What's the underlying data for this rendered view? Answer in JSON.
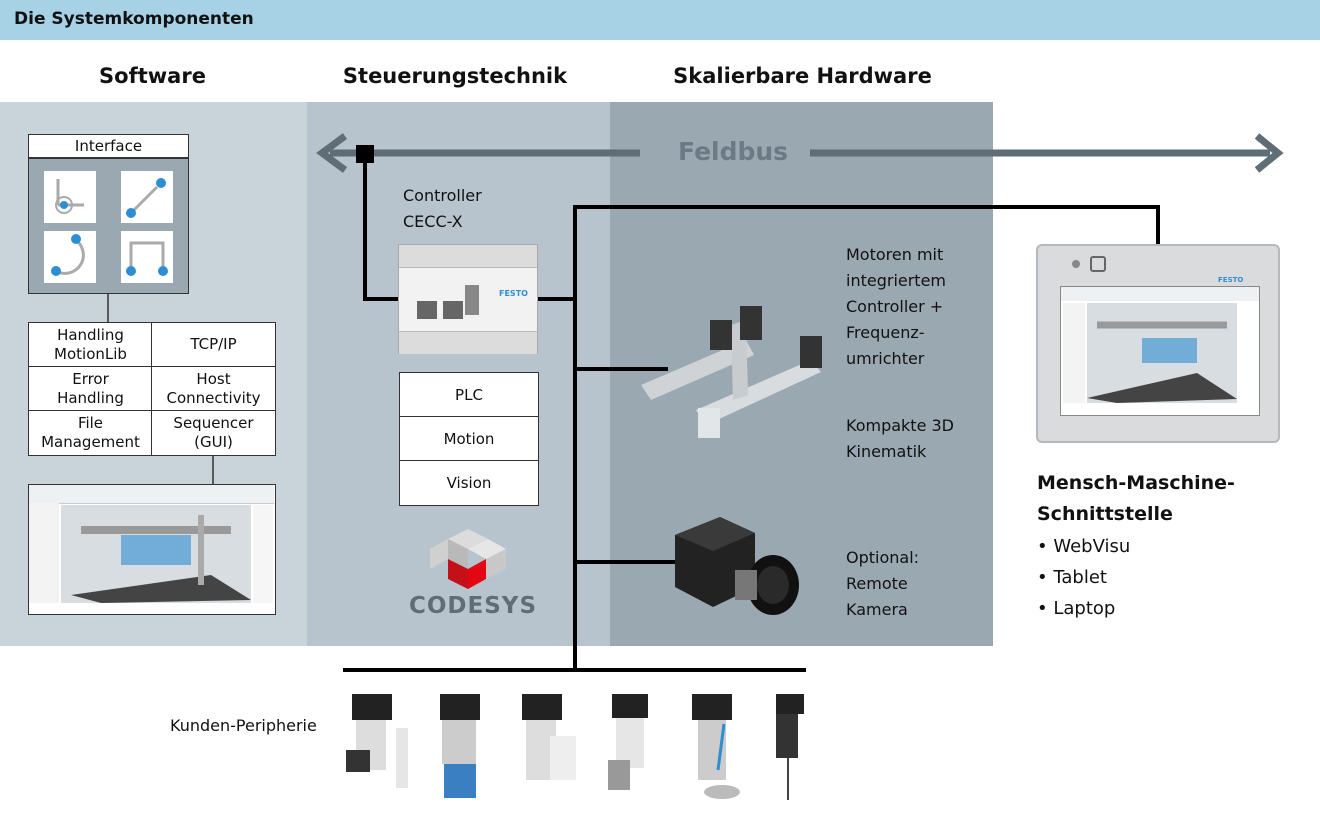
{
  "header": {
    "title": "Die Systemkomponenten"
  },
  "columns": {
    "software": "Software",
    "control": "Steuerungstechnik",
    "hardware": "Skalierbare Hardware"
  },
  "software": {
    "interface_title": "Interface",
    "modules": [
      {
        "label": "Handling\nMotionLib"
      },
      {
        "label": "TCP/IP"
      },
      {
        "label": "Error\nHandling"
      },
      {
        "label": "Host\nConnectivity"
      },
      {
        "label": "File\nManagement"
      },
      {
        "label": "Sequencer\n(GUI)"
      }
    ]
  },
  "feldbus": "Feldbus",
  "controller": {
    "line1": "Controller",
    "line2": "CECC-X",
    "brand": "FESTO"
  },
  "functions": [
    "PLC",
    "Motion",
    "Vision"
  ],
  "codesys": {
    "name": "CODESYS",
    "colors": {
      "red": "#e30613",
      "grey": "#c8c8c8"
    }
  },
  "hardware": {
    "motors": [
      "Motoren mit",
      "integriertem",
      "Controller +",
      "Frequenz-",
      "umrichter"
    ],
    "kinematik": [
      "Kompakte 3D",
      "Kinematik"
    ],
    "camera": [
      "Optional:",
      "Remote",
      "Kamera"
    ]
  },
  "hmi": {
    "title_line1": "Mensch-Maschine-",
    "title_line2": "Schnittstelle",
    "bullets": [
      "WebVisu",
      "Tablet",
      "Laptop"
    ],
    "brand": "FESTO"
  },
  "peripherals": {
    "label": "Kunden-Peripherie"
  }
}
